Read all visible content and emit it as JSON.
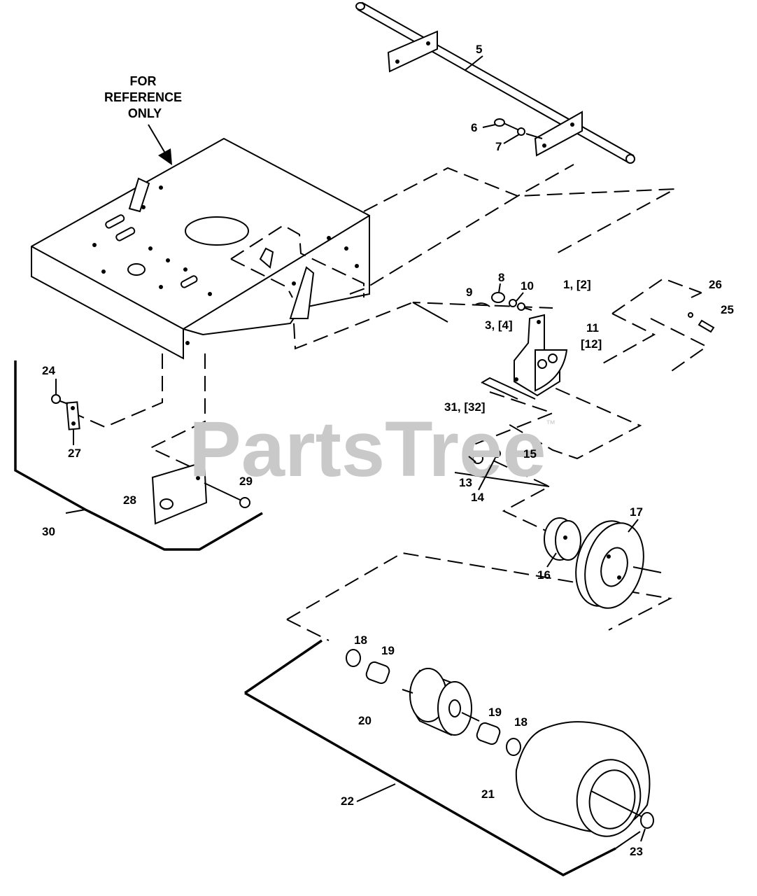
{
  "watermark": {
    "text": "PartsTree",
    "trademark": "™"
  },
  "reference_note": {
    "lines": [
      "FOR",
      "REFERENCE",
      "ONLY"
    ]
  },
  "callouts": [
    {
      "id": "c5",
      "text": "5"
    },
    {
      "id": "c6",
      "text": "6"
    },
    {
      "id": "c7",
      "text": "7"
    },
    {
      "id": "c8",
      "text": "8"
    },
    {
      "id": "c9",
      "text": "9"
    },
    {
      "id": "c10",
      "text": "10"
    },
    {
      "id": "c1",
      "text": "1, [2]"
    },
    {
      "id": "c26",
      "text": "26"
    },
    {
      "id": "c25",
      "text": "25"
    },
    {
      "id": "c3",
      "text": "3, [4]"
    },
    {
      "id": "c11",
      "text": "11"
    },
    {
      "id": "c12",
      "text": "[12]"
    },
    {
      "id": "c31",
      "text": "31, [32]"
    },
    {
      "id": "c24",
      "text": "24"
    },
    {
      "id": "c27",
      "text": "27"
    },
    {
      "id": "c15",
      "text": "15"
    },
    {
      "id": "c13",
      "text": "13"
    },
    {
      "id": "c14",
      "text": "14"
    },
    {
      "id": "c29",
      "text": "29"
    },
    {
      "id": "c28",
      "text": "28"
    },
    {
      "id": "c30",
      "text": "30"
    },
    {
      "id": "c17",
      "text": "17"
    },
    {
      "id": "c16",
      "text": "16"
    },
    {
      "id": "c18a",
      "text": "18"
    },
    {
      "id": "c19a",
      "text": "19"
    },
    {
      "id": "c20",
      "text": "20"
    },
    {
      "id": "c19b",
      "text": "19"
    },
    {
      "id": "c18b",
      "text": "18"
    },
    {
      "id": "c21",
      "text": "21"
    },
    {
      "id": "c22",
      "text": "22"
    },
    {
      "id": "c23",
      "text": "23"
    }
  ]
}
